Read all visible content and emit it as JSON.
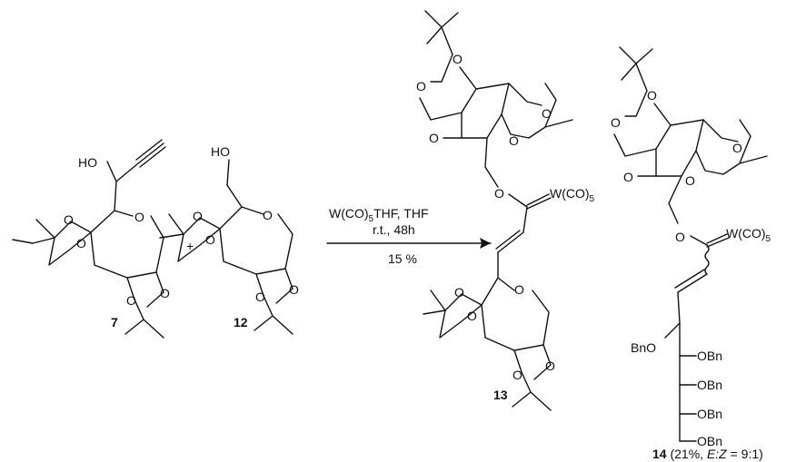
{
  "compounds": {
    "c7": {
      "number": "7",
      "hydroxyl": "HO"
    },
    "c12": {
      "number": "12",
      "hydroxyl": "HO"
    },
    "c13": {
      "number": "13",
      "metal": "W(CO)",
      "metal_sub": "5"
    },
    "c14": {
      "number": "14",
      "yield_open": " (21%, ",
      "ratio_label": "E:Z",
      "ratio_value": " = 9:1)",
      "metal": "W(CO)",
      "metal_sub": "5",
      "benzyl_ethers": [
        "BnO",
        "OBn",
        "OBn",
        "OBn",
        "OBn"
      ]
    }
  },
  "plus": "+",
  "atom_label": "O",
  "reaction": {
    "reagent_a": "W(CO)",
    "reagent_sub": "5",
    "reagent_b": "THF, THF",
    "conditions": "r.t., 48h",
    "yield": "15 %"
  }
}
